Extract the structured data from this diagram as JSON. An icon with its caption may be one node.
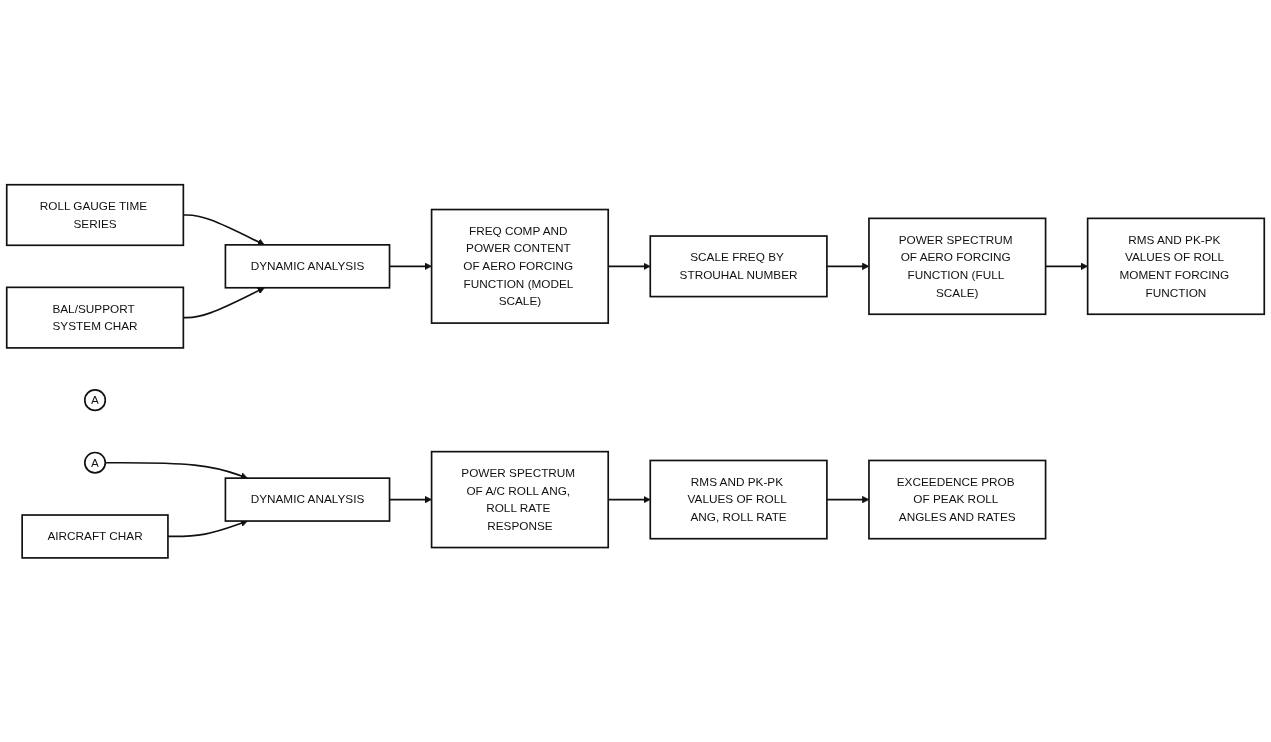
{
  "diagram": {
    "nodes": [
      {
        "text": [
          "ROLL GAUGE TIME SERIES"
        ]
      },
      {
        "text": [
          "DYNAMIC ANALYSIS"
        ]
      },
      {
        "text": [
          "BAL/SUPPORT SYSTEM CHAR"
        ]
      },
      {
        "text": [
          "FREQ COMP AND POWER CONTENT OF AERO FORCING FUNCTION (MODEL SCALE)"
        ]
      },
      {
        "text": [
          "SCALE FREQ BY STROUHAL NUMBER"
        ]
      },
      {
        "text": [
          "A"
        ]
      },
      {
        "text": [
          "POWER SPECTRUM OF AERO FORCING FUNCTION (FULL SCALE)"
        ]
      },
      {
        "text": [
          "RMS AND PK-PK VALUES OF ROLL MOMENT FORCING FUNCTION"
        ]
      },
      {
        "text": [
          "A"
        ]
      },
      {
        "text": [
          "DYNAMIC ANALYSIS"
        ]
      },
      {
        "text": [
          "AIRCRAFT CHAR"
        ]
      },
      {
        "text": [
          "POWER SPECTRUM OF A/C ROLL ANG, ROLL RATE RESPONSE"
        ]
      },
      {
        "text": [
          "RMS AND PK-PK VALUES OF ROLL ANG, ROLL RATE"
        ]
      },
      {
        "text": [
          "EXCEEDENCE PROB OF PEAK ROLL ANGLES AND RATES"
        ]
      }
    ],
    "edges": [
      {
        "from": 0,
        "to": 1,
        "arrow": "to"
      },
      {
        "from": 2,
        "to": 1,
        "arrow": "to"
      },
      {
        "from": 1,
        "to": 3,
        "arrow": "to"
      },
      {
        "from": 3,
        "to": 4,
        "arrow": "to"
      },
      {
        "from": 4,
        "to": 6,
        "arrow": "to"
      },
      {
        "from": 6,
        "to": 7,
        "arrow": "to"
      },
      {
        "from": 8,
        "to": 9,
        "arrow": "to"
      },
      {
        "from": 10,
        "to": 9,
        "arrow": "to"
      },
      {
        "from": 9,
        "to": 11,
        "arrow": "to"
      },
      {
        "from": 11,
        "to": 12,
        "arrow": "to"
      },
      {
        "from": 12,
        "to": 13,
        "arrow": "to"
      }
    ]
  }
}
